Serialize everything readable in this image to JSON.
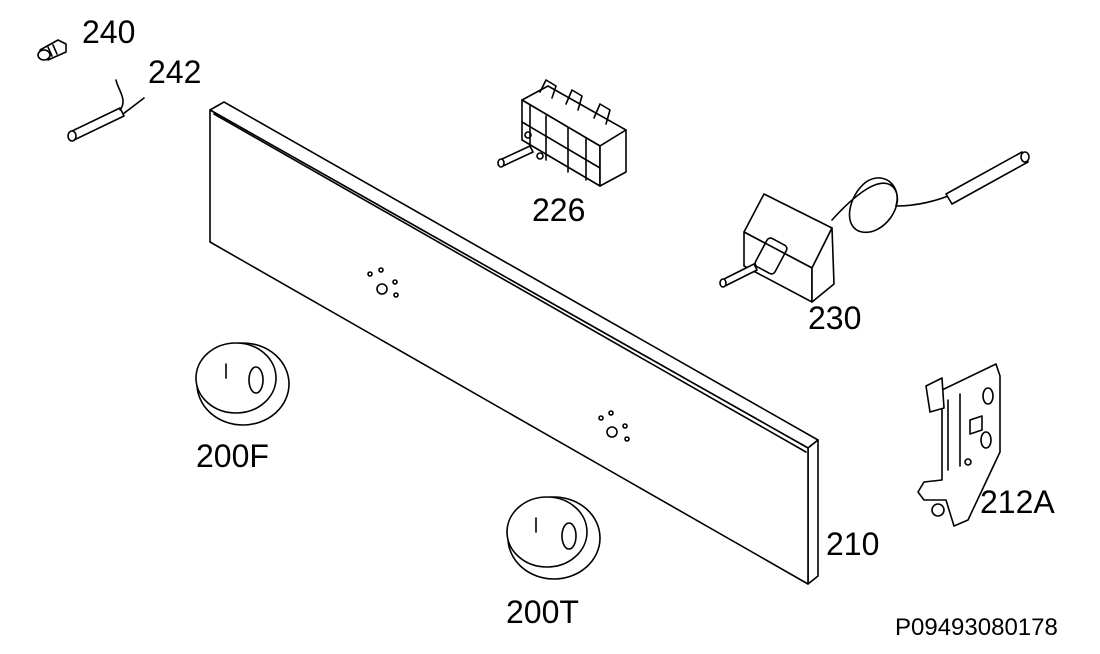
{
  "labels": {
    "p240": "240",
    "p242": "242",
    "p226": "226",
    "p230": "230",
    "p200F": "200F",
    "p200T": "200T",
    "p210": "210",
    "p212A": "212A"
  },
  "drawing_code": "P09493080178",
  "colors": {
    "line": "#000000",
    "background": "#ffffff"
  }
}
